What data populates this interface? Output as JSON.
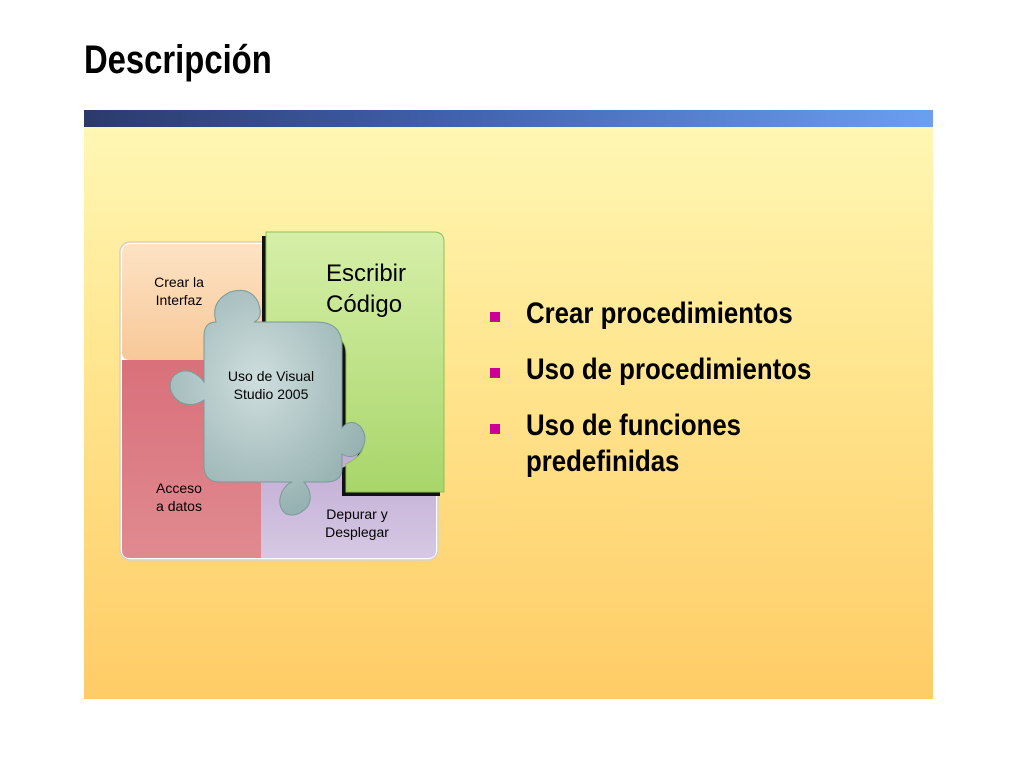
{
  "slide": {
    "title": "Descripción",
    "colors": {
      "title_bar_start": "#2b3a6b",
      "title_bar_end": "#6b9ff0",
      "panel_top": "#fff7b4",
      "panel_bottom": "#ffcc66",
      "bullet": "#cc0099"
    }
  },
  "puzzle": {
    "top_left": "Crear la\nInterfaz",
    "top_right": "Escribir\nCódigo",
    "center": "Uso de Visual\nStudio 2005",
    "bottom_left": "Acceso\na datos",
    "bottom_right": "Depurar y\nDesplegar",
    "colors": {
      "top_left": "#fbd4ac",
      "top_right": "#b9e07a",
      "center": "#9fb8b8",
      "bottom_left": "#d9717a",
      "bottom_right": "#c7b3d6"
    }
  },
  "bullets": [
    {
      "text": "Crear procedimientos"
    },
    {
      "text": "Uso de procedimientos"
    },
    {
      "text": "Uso de funciones predefinidas"
    }
  ]
}
